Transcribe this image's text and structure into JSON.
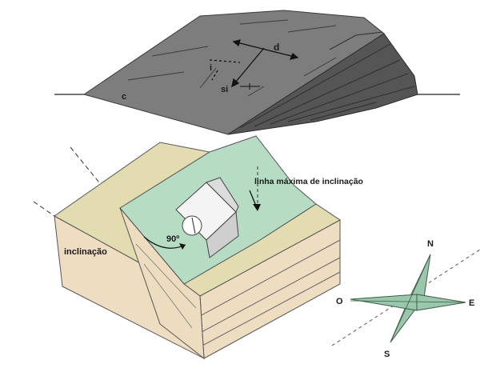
{
  "outcrop": {
    "label_c": "c",
    "label_d": "d",
    "label_i": "i",
    "label_si": "si"
  },
  "block": {
    "label_dip_line": "linha máxima de inclinação",
    "label_dip": "inclinação",
    "label_angle": "90º"
  },
  "compass": {
    "north": "N",
    "south": "S",
    "east": "E",
    "west": "O"
  },
  "colors": {
    "rock": "#7a7a7a",
    "rock_dark": "#4a4a4a",
    "bedding_plane": "#b9dcc6",
    "block_top": "#e2dcae",
    "block_side": "#f0dcc0",
    "compass": "#9ac7ab"
  }
}
